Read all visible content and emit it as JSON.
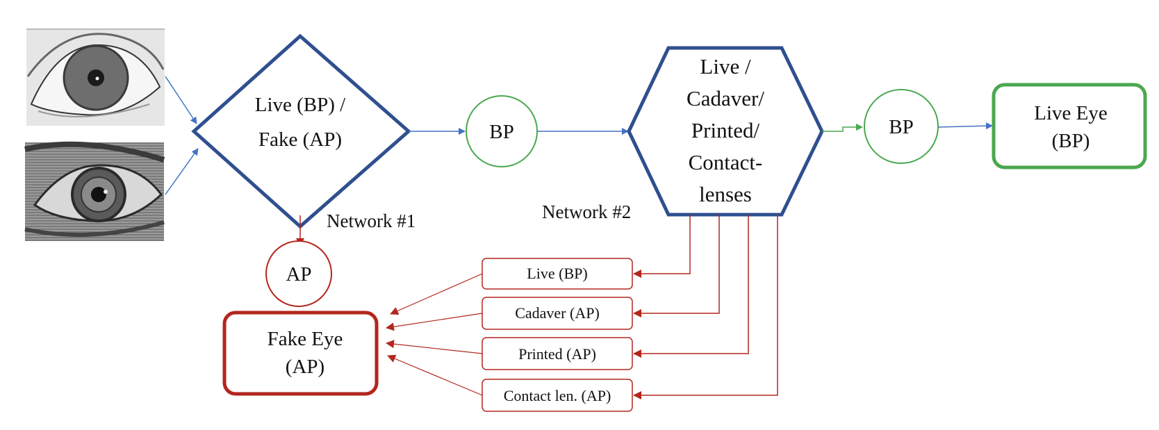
{
  "colors": {
    "blue": "#2f4f8f",
    "blue_arrow": "#4472c4",
    "green": "#4aa84f",
    "red": "#b3261e",
    "eye_bg": "#d9d9d9"
  },
  "images": [
    {
      "name": "live-eye-photo",
      "icon": "eye-photo-grayscale"
    },
    {
      "name": "fake-eye-photo",
      "icon": "eye-photo-printed-texture"
    }
  ],
  "network1": {
    "lines": [
      "Live (BP) /",
      "Fake (AP)"
    ],
    "label": "Network #1"
  },
  "bp1": "BP",
  "ap": "AP",
  "network2": {
    "lines": [
      "Live /",
      "Cadaver/",
      "Printed/",
      "Contact-",
      "lenses"
    ],
    "label": "Network #2"
  },
  "bp2": "BP",
  "live_eye": {
    "lines": [
      "Live Eye",
      "(BP)"
    ]
  },
  "fake_eye": {
    "lines": [
      "Fake Eye",
      "(AP)"
    ]
  },
  "classes": [
    "Live (BP)",
    "Cadaver (AP)",
    "Printed (AP)",
    "Contact len. (AP)"
  ]
}
